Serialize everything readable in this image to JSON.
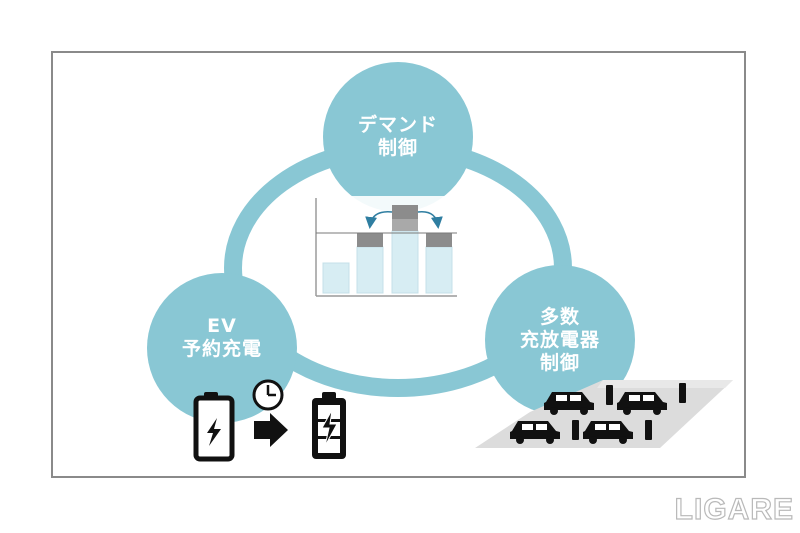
{
  "nodes": {
    "demand": {
      "line1": "デマンド",
      "line2": "制御"
    },
    "ev": {
      "line1": "EV",
      "line2": "予約充電"
    },
    "chargers": {
      "line1": "多数",
      "line2": "充放電器",
      "line3": "制御"
    }
  },
  "logo": "LIGARE",
  "colors": {
    "circle": "#89c7d4",
    "bar": "#d7edf3",
    "block": "#8c8c8c"
  }
}
